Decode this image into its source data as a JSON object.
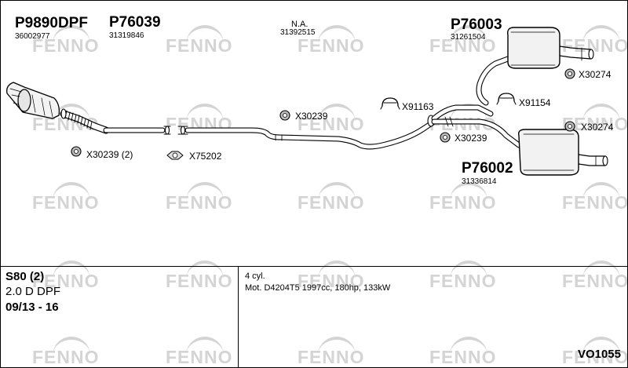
{
  "watermark": "FENNO",
  "parts": [
    {
      "id": "p9890dpf",
      "number": "P9890DPF",
      "code": "36002977"
    },
    {
      "id": "p76039",
      "number": "P76039",
      "code": "31319846"
    },
    {
      "id": "na",
      "number": "N.A.",
      "code": "31392515"
    },
    {
      "id": "p76003",
      "number": "P76003",
      "code": "31261504"
    },
    {
      "id": "p76002",
      "number": "P76002",
      "code": "31336814"
    }
  ],
  "accessories": [
    {
      "id": "x30239-2",
      "label": "X30239 (2)"
    },
    {
      "id": "x75202",
      "label": "X75202"
    },
    {
      "id": "x30239-mid",
      "label": "X30239"
    },
    {
      "id": "x91163",
      "label": "X91163"
    },
    {
      "id": "x30239-right",
      "label": "X30239"
    },
    {
      "id": "x91154",
      "label": "X91154"
    },
    {
      "id": "x30274-top",
      "label": "X30274"
    },
    {
      "id": "x30274-bottom",
      "label": "X30274"
    }
  ],
  "vehicle": {
    "model": "S80 (2)",
    "engine_type": "2.0 D DPF",
    "years": "09/13 - 16"
  },
  "engine": {
    "cylinders": "4 cyl.",
    "details": "Mot. D4204T5 1997cc, 180hp, 133kW"
  },
  "diagram_code": "VO1055"
}
